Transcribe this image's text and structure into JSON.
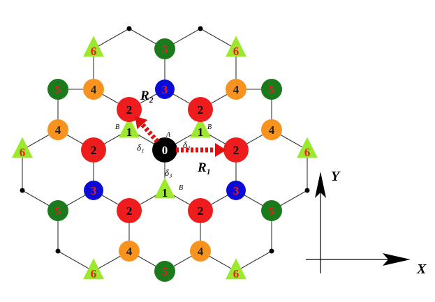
{
  "colors": {
    "red": "#ee1c1c",
    "green": "#1b7a1b",
    "blue": "#0b0bd6",
    "orange": "#f7931e",
    "lime": "#9be82c",
    "black": "#000000"
  },
  "site_labels": {
    "s0": "0",
    "s1": "1",
    "s2": "2",
    "s3": "3",
    "s4": "4",
    "s5": "5",
    "s6": "6"
  },
  "annotations": {
    "A": "A",
    "B": "B",
    "delta1": "δ₁",
    "delta2": "δ₂",
    "delta3": "δ₃",
    "R1": "R₁",
    "R2": "R₂"
  },
  "axes": {
    "x_label": "X",
    "y_label": "Y"
  }
}
